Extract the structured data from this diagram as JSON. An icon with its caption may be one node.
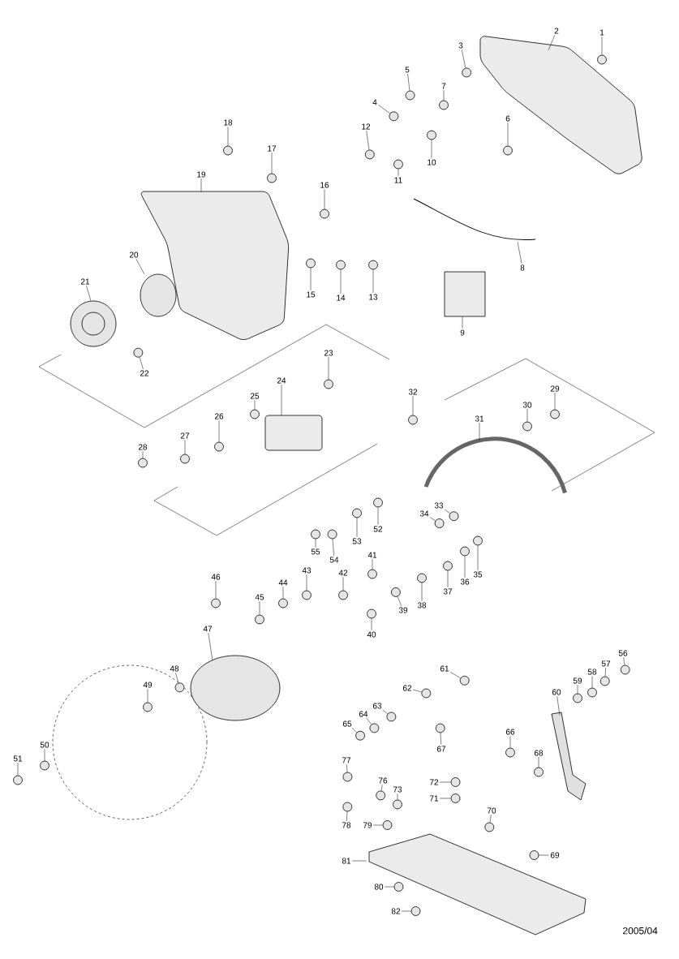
{
  "diagram": {
    "nodes": [
      {
        "text": [
          "1"
        ]
      },
      {
        "text": [
          "2"
        ]
      },
      {
        "text": [
          "3"
        ]
      },
      {
        "text": [
          "4"
        ]
      },
      {
        "text": [
          "5"
        ]
      },
      {
        "text": [
          "6"
        ]
      },
      {
        "text": [
          "7"
        ]
      },
      {
        "text": [
          "8"
        ]
      },
      {
        "text": [
          "9"
        ]
      },
      {
        "text": [
          "10"
        ]
      },
      {
        "text": [
          "11"
        ]
      },
      {
        "text": [
          "12"
        ]
      },
      {
        "text": [
          "13"
        ]
      },
      {
        "text": [
          "14"
        ]
      },
      {
        "text": [
          "15"
        ]
      },
      {
        "text": [
          "16"
        ]
      },
      {
        "text": [
          "17"
        ]
      },
      {
        "text": [
          "18"
        ]
      },
      {
        "text": [
          "19"
        ]
      },
      {
        "text": [
          "20"
        ]
      },
      {
        "text": [
          "21"
        ]
      },
      {
        "text": [
          "22"
        ]
      },
      {
        "text": [
          "23"
        ]
      },
      {
        "text": [
          "24"
        ]
      },
      {
        "text": [
          "25"
        ]
      },
      {
        "text": [
          "26"
        ]
      },
      {
        "text": [
          "27"
        ]
      },
      {
        "text": [
          "28"
        ]
      },
      {
        "text": [
          "29"
        ]
      },
      {
        "text": [
          "30"
        ]
      },
      {
        "text": [
          "31"
        ]
      },
      {
        "text": [
          "32"
        ]
      },
      {
        "text": [
          "33"
        ]
      },
      {
        "text": [
          "34"
        ]
      },
      {
        "text": [
          "35"
        ]
      },
      {
        "text": [
          "36"
        ]
      },
      {
        "text": [
          "37"
        ]
      },
      {
        "text": [
          "38"
        ]
      },
      {
        "text": [
          "39"
        ]
      },
      {
        "text": [
          "40"
        ]
      },
      {
        "text": [
          "41"
        ]
      },
      {
        "text": [
          "42"
        ]
      },
      {
        "text": [
          "43"
        ]
      },
      {
        "text": [
          "44"
        ]
      },
      {
        "text": [
          "45"
        ]
      },
      {
        "text": [
          "46"
        ]
      },
      {
        "text": [
          "47"
        ]
      },
      {
        "text": [
          "48"
        ]
      },
      {
        "text": [
          "49"
        ]
      },
      {
        "text": [
          "50"
        ]
      },
      {
        "text": [
          "51"
        ]
      },
      {
        "text": [
          "52"
        ]
      },
      {
        "text": [
          "53"
        ]
      },
      {
        "text": [
          "54"
        ]
      },
      {
        "text": [
          "55"
        ]
      },
      {
        "text": [
          "56"
        ]
      },
      {
        "text": [
          "57"
        ]
      },
      {
        "text": [
          "58"
        ]
      },
      {
        "text": [
          "59"
        ]
      },
      {
        "text": [
          "60"
        ]
      },
      {
        "text": [
          "61"
        ]
      },
      {
        "text": [
          "62"
        ]
      },
      {
        "text": [
          "63"
        ]
      },
      {
        "text": [
          "64"
        ]
      },
      {
        "text": [
          "65"
        ]
      },
      {
        "text": [
          "66"
        ]
      },
      {
        "text": [
          "67"
        ]
      },
      {
        "text": [
          "68"
        ]
      },
      {
        "text": [
          "69"
        ]
      },
      {
        "text": [
          "70"
        ]
      },
      {
        "text": [
          "71"
        ]
      },
      {
        "text": [
          "72"
        ]
      },
      {
        "text": [
          "73"
        ]
      },
      {
        "text": [
          "76"
        ]
      },
      {
        "text": [
          "77"
        ]
      },
      {
        "text": [
          "78"
        ]
      },
      {
        "text": [
          "79"
        ]
      },
      {
        "text": [
          "80"
        ]
      },
      {
        "text": [
          "81"
        ]
      },
      {
        "text": [
          "82"
        ]
      },
      {
        "text": [],
        "shape": "circle"
      },
      {
        "text": [],
        "shape": "box"
      },
      {
        "text": [],
        "shape": "circle"
      },
      {
        "text": [],
        "shape": "circle"
      },
      {
        "text": [],
        "shape": "circle"
      },
      {
        "text": [],
        "shape": "circle"
      },
      {
        "text": [],
        "shape": "circle"
      },
      {
        "text": [],
        "shape": "picture"
      },
      {
        "text": [],
        "shape": "box"
      },
      {
        "text": [],
        "shape": "circle"
      },
      {
        "text": [],
        "shape": "circle"
      },
      {
        "text": [],
        "shape": "circle"
      },
      {
        "text": [],
        "shape": "circle"
      },
      {
        "text": [],
        "shape": "circle"
      },
      {
        "text": [],
        "shape": "circle"
      },
      {
        "text": [],
        "shape": "circle"
      },
      {
        "text": [],
        "shape": "circle"
      },
      {
        "text": [],
        "shape": "circle"
      },
      {
        "text": [],
        "shape": "box"
      },
      {
        "text": [],
        "shape": "circle"
      },
      {
        "text": [],
        "shape": "circle"
      },
      {
        "text": [],
        "shape": "circle"
      },
      {
        "text": [],
        "shape": "circle"
      },
      {
        "text": [],
        "shape": "box"
      },
      {
        "text": [],
        "shape": "circle"
      },
      {
        "text": [],
        "shape": "circle"
      },
      {
        "text": [],
        "shape": "circle"
      },
      {
        "text": [],
        "shape": "circle"
      },
      {
        "text": [],
        "shape": "circle"
      },
      {
        "text": [],
        "shape": "circle"
      },
      {
        "text": [],
        "shape": "picture"
      },
      {
        "text": [],
        "shape": "circle"
      },
      {
        "text": [],
        "shape": "circle"
      },
      {
        "text": [],
        "shape": "circle"
      },
      {
        "text": [],
        "shape": "circle"
      },
      {
        "text": [],
        "shape": "circle"
      },
      {
        "text": [],
        "shape": "circle"
      },
      {
        "text": [],
        "shape": "circle"
      },
      {
        "text": [],
        "shape": "circle"
      },
      {
        "text": [],
        "shape": "circle"
      },
      {
        "text": [],
        "shape": "circle"
      },
      {
        "text": [],
        "shape": "circle"
      },
      {
        "text": [],
        "shape": "circle"
      },
      {
        "text": [],
        "shape": "circle"
      },
      {
        "text": [],
        "shape": "circle"
      },
      {
        "text": [],
        "shape": "circle"
      },
      {
        "text": [],
        "shape": "circle"
      },
      {
        "text": [],
        "shape": "circle"
      },
      {
        "text": [],
        "shape": "circle"
      },
      {
        "text": [],
        "shape": "circle"
      },
      {
        "text": [],
        "shape": "circle"
      },
      {
        "text": [],
        "shape": "circle"
      },
      {
        "text": [],
        "shape": "circle"
      },
      {
        "text": [],
        "shape": "circle"
      },
      {
        "text": [],
        "shape": "circle"
      },
      {
        "text": [],
        "shape": "circle"
      },
      {
        "text": [],
        "shape": "circle"
      },
      {
        "text": [],
        "shape": "circle"
      },
      {
        "text": [],
        "shape": "circle"
      },
      {
        "text": [],
        "shape": "bar"
      },
      {
        "text": [],
        "shape": "circle"
      },
      {
        "text": [],
        "shape": "circle"
      },
      {
        "text": [],
        "shape": "circle"
      },
      {
        "text": [],
        "shape": "circle"
      },
      {
        "text": [],
        "shape": "circle"
      },
      {
        "text": [],
        "shape": "circle"
      },
      {
        "text": [],
        "shape": "circle"
      },
      {
        "text": [],
        "shape": "circle"
      },
      {
        "text": [],
        "shape": "circle"
      },
      {
        "text": [],
        "shape": "circle"
      },
      {
        "text": [],
        "shape": "circle"
      },
      {
        "text": [],
        "shape": "circle"
      },
      {
        "text": [],
        "shape": "circle"
      },
      {
        "text": [],
        "shape": "circle"
      },
      {
        "text": [],
        "shape": "circle"
      },
      {
        "text": [],
        "shape": "circle"
      },
      {
        "text": [],
        "shape": "circle"
      },
      {
        "text": [],
        "shape": "circle"
      },
      {
        "text": [],
        "shape": "box"
      },
      {
        "text": [],
        "shape": "circle"
      }
    ],
    "edges": [
      {
        "from": 0,
        "to": 80,
        "arrow": "none"
      },
      {
        "from": 1,
        "to": 81,
        "arrow": "none"
      },
      {
        "from": 2,
        "to": 82,
        "arrow": "none"
      },
      {
        "from": 3,
        "to": 83,
        "arrow": "none"
      },
      {
        "from": 4,
        "to": 84,
        "arrow": "none"
      },
      {
        "from": 5,
        "to": 85,
        "arrow": "none"
      },
      {
        "from": 6,
        "to": 86,
        "arrow": "none"
      },
      {
        "from": 7,
        "to": 87,
        "arrow": "none"
      },
      {
        "from": 8,
        "to": 88,
        "arrow": "none"
      },
      {
        "from": 9,
        "to": 89,
        "arrow": "none"
      },
      {
        "from": 10,
        "to": 90,
        "arrow": "none"
      },
      {
        "from": 11,
        "to": 91,
        "arrow": "none"
      },
      {
        "from": 12,
        "to": 92,
        "arrow": "none"
      },
      {
        "from": 13,
        "to": 93,
        "arrow": "none"
      },
      {
        "from": 14,
        "to": 94,
        "arrow": "none"
      },
      {
        "from": 15,
        "to": 95,
        "arrow": "none"
      },
      {
        "from": 16,
        "to": 96,
        "arrow": "none"
      },
      {
        "from": 17,
        "to": 97,
        "arrow": "none"
      },
      {
        "from": 18,
        "to": 98,
        "arrow": "none"
      },
      {
        "from": 19,
        "to": 99,
        "arrow": "none"
      },
      {
        "from": 20,
        "to": 100,
        "arrow": "none"
      },
      {
        "from": 21,
        "to": 101,
        "arrow": "none"
      },
      {
        "from": 22,
        "to": 102,
        "arrow": "none"
      },
      {
        "from": 23,
        "to": 103,
        "arrow": "none"
      },
      {
        "from": 24,
        "to": 104,
        "arrow": "none"
      },
      {
        "from": 25,
        "to": 105,
        "arrow": "none"
      },
      {
        "from": 26,
        "to": 106,
        "arrow": "none"
      },
      {
        "from": 27,
        "to": 107,
        "arrow": "none"
      },
      {
        "from": 28,
        "to": 108,
        "arrow": "none"
      },
      {
        "from": 29,
        "to": 109,
        "arrow": "none"
      },
      {
        "from": 30,
        "to": 110,
        "arrow": "none"
      },
      {
        "from": 31,
        "to": 111,
        "arrow": "none"
      },
      {
        "from": 32,
        "to": 112,
        "arrow": "none"
      },
      {
        "from": 33,
        "to": 113,
        "arrow": "none"
      },
      {
        "from": 34,
        "to": 114,
        "arrow": "none"
      },
      {
        "from": 35,
        "to": 115,
        "arrow": "none"
      },
      {
        "from": 36,
        "to": 116,
        "arrow": "none"
      },
      {
        "from": 37,
        "to": 117,
        "arrow": "none"
      },
      {
        "from": 38,
        "to": 118,
        "arrow": "none"
      },
      {
        "from": 39,
        "to": 119,
        "arrow": "none"
      },
      {
        "from": 40,
        "to": 120,
        "arrow": "none"
      },
      {
        "from": 41,
        "to": 121,
        "arrow": "none"
      },
      {
        "from": 42,
        "to": 122,
        "arrow": "none"
      },
      {
        "from": 43,
        "to": 123,
        "arrow": "none"
      },
      {
        "from": 44,
        "to": 124,
        "arrow": "none"
      },
      {
        "from": 45,
        "to": 125,
        "arrow": "none"
      },
      {
        "from": 46,
        "to": 126,
        "arrow": "none"
      },
      {
        "from": 47,
        "to": 127,
        "arrow": "none"
      },
      {
        "from": 48,
        "to": 128,
        "arrow": "none"
      },
      {
        "from": 49,
        "to": 129,
        "arrow": "none"
      },
      {
        "from": 50,
        "to": 130,
        "arrow": "none"
      },
      {
        "from": 51,
        "to": 131,
        "arrow": "none"
      },
      {
        "from": 52,
        "to": 132,
        "arrow": "none"
      },
      {
        "from": 53,
        "to": 133,
        "arrow": "none"
      },
      {
        "from": 54,
        "to": 134,
        "arrow": "none"
      },
      {
        "from": 55,
        "to": 135,
        "arrow": "none"
      },
      {
        "from": 56,
        "to": 136,
        "arrow": "none"
      },
      {
        "from": 57,
        "to": 137,
        "arrow": "none"
      },
      {
        "from": 58,
        "to": 138,
        "arrow": "none"
      },
      {
        "from": 59,
        "to": 139,
        "arrow": "none"
      },
      {
        "from": 60,
        "to": 140,
        "arrow": "none"
      },
      {
        "from": 61,
        "to": 141,
        "arrow": "none"
      },
      {
        "from": 62,
        "to": 142,
        "arrow": "none"
      },
      {
        "from": 63,
        "to": 143,
        "arrow": "none"
      },
      {
        "from": 64,
        "to": 144,
        "arrow": "none"
      },
      {
        "from": 65,
        "to": 145,
        "arrow": "none"
      },
      {
        "from": 66,
        "to": 146,
        "arrow": "none"
      },
      {
        "from": 67,
        "to": 147,
        "arrow": "none"
      },
      {
        "from": 68,
        "to": 148,
        "arrow": "none"
      },
      {
        "from": 69,
        "to": 149,
        "arrow": "none"
      },
      {
        "from": 70,
        "to": 150,
        "arrow": "none"
      },
      {
        "from": 71,
        "to": 151,
        "arrow": "none"
      },
      {
        "from": 72,
        "to": 152,
        "arrow": "none"
      },
      {
        "from": 73,
        "to": 153,
        "arrow": "none"
      },
      {
        "from": 74,
        "to": 154,
        "arrow": "none"
      },
      {
        "from": 75,
        "to": 155,
        "arrow": "none"
      },
      {
        "from": 76,
        "to": 156,
        "arrow": "none"
      },
      {
        "from": 77,
        "to": 157,
        "arrow": "none"
      },
      {
        "from": 78,
        "to": 158,
        "arrow": "none"
      },
      {
        "from": 79,
        "to": 159,
        "arrow": "none"
      }
    ],
    "labels": [
      "2005/04"
    ]
  }
}
